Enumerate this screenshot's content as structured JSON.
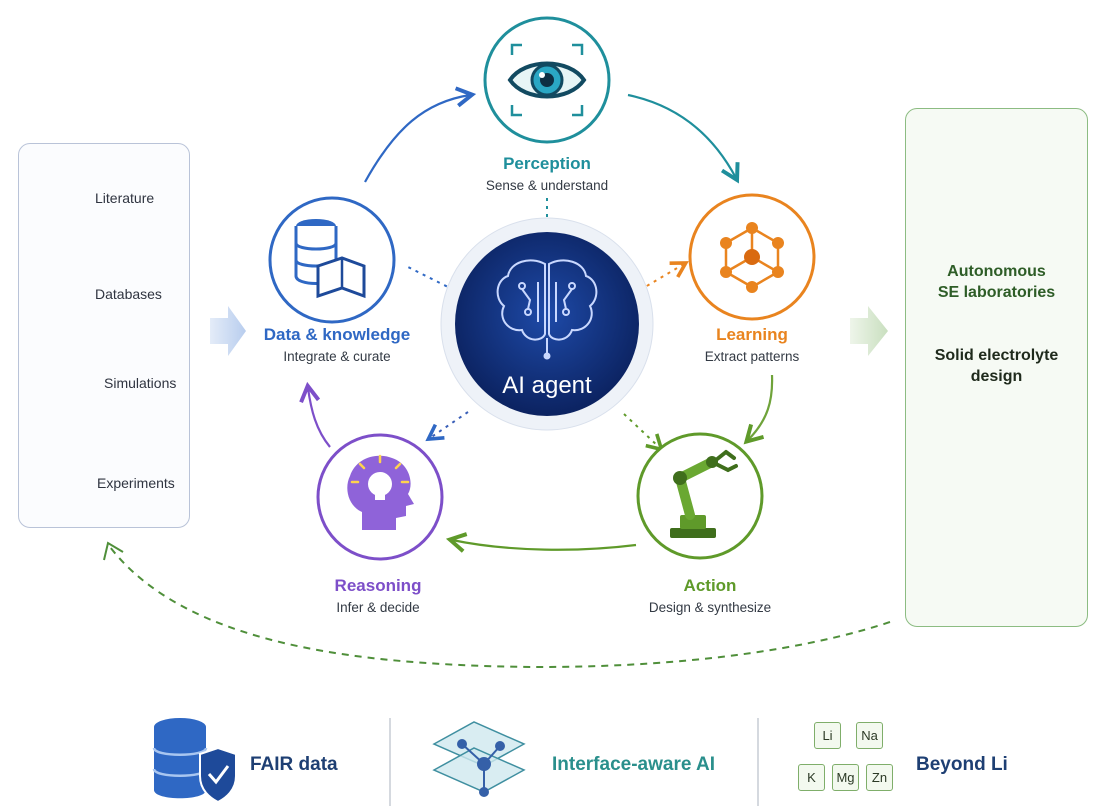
{
  "center": {
    "label": "AI agent"
  },
  "nodes": {
    "perception": {
      "title": "Perception",
      "subtitle": "Sense & understand",
      "color": "#1f8f9c"
    },
    "learning": {
      "title": "Learning",
      "subtitle": "Extract patterns",
      "color": "#e9841f"
    },
    "action": {
      "title": "Action",
      "subtitle": "Design & synthesize",
      "color": "#5f9a2a"
    },
    "reasoning": {
      "title": "Reasoning",
      "subtitle": "Infer & decide",
      "color": "#7d4fc9"
    },
    "data_knowledge": {
      "title": "Data & knowledge",
      "subtitle": "Integrate & curate",
      "color": "#2f68c4"
    }
  },
  "sources": [
    {
      "label": "Literature",
      "icon": "document-icon"
    },
    {
      "label": "Databases",
      "icon": "database-icon"
    },
    {
      "label": "Simulations",
      "icon": "monitor-network-icon"
    },
    {
      "label": "Experiments",
      "icon": "flask-icon"
    }
  ],
  "outcome": {
    "title_line1": "Autonomous",
    "title_line2": "SE laboratories",
    "result_line1": "Solid electrolyte",
    "result_line2": "design"
  },
  "pillars": [
    {
      "label": "FAIR data",
      "icon": "database-shield-icon"
    },
    {
      "label": "Interface-aware AI",
      "icon": "crystal-layers-icon"
    },
    {
      "label": "Beyond Li",
      "icon": "periodic-elements-icon"
    }
  ],
  "elements": [
    "Li",
    "Na",
    "K",
    "Mg",
    "Zn"
  ],
  "colors": {
    "center_fill": "#0d2a6b",
    "panel_border_left": "#b9c3d8",
    "panel_border_right": "#8cbc82",
    "interface_text": "#2a8f8c",
    "bottom_text": "#1e3f73"
  }
}
